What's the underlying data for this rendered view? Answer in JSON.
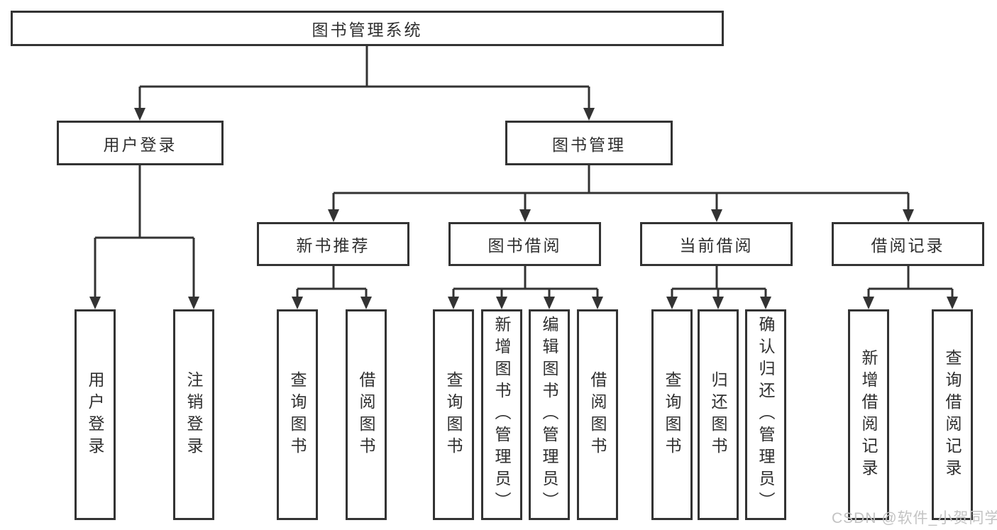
{
  "tree": {
    "root": "图书管理系统",
    "children": [
      {
        "label": "用户登录",
        "children": [
          "用户登录",
          "注销登录"
        ]
      },
      {
        "label": "图书管理",
        "children": [
          {
            "label": "新书推荐",
            "children": [
              "查询图书",
              "借阅图书"
            ]
          },
          {
            "label": "图书借阅",
            "children": [
              "查询图书",
              "新增图书（管理员）",
              "编辑图书（管理员）",
              "借阅图书"
            ]
          },
          {
            "label": "当前借阅",
            "children": [
              "查询图书",
              "归还图书",
              "确认归还（管理员）"
            ]
          },
          {
            "label": "借阅记录",
            "children": [
              "新增借阅记录",
              "查询借阅记录"
            ]
          }
        ]
      }
    ]
  },
  "watermark": {
    "text": "CSDN @软件_小贺同学"
  },
  "colors": {
    "line": "#333333",
    "text": "#2f2f2f",
    "watermark": "#c3c3c3",
    "background": "#ffffff"
  }
}
